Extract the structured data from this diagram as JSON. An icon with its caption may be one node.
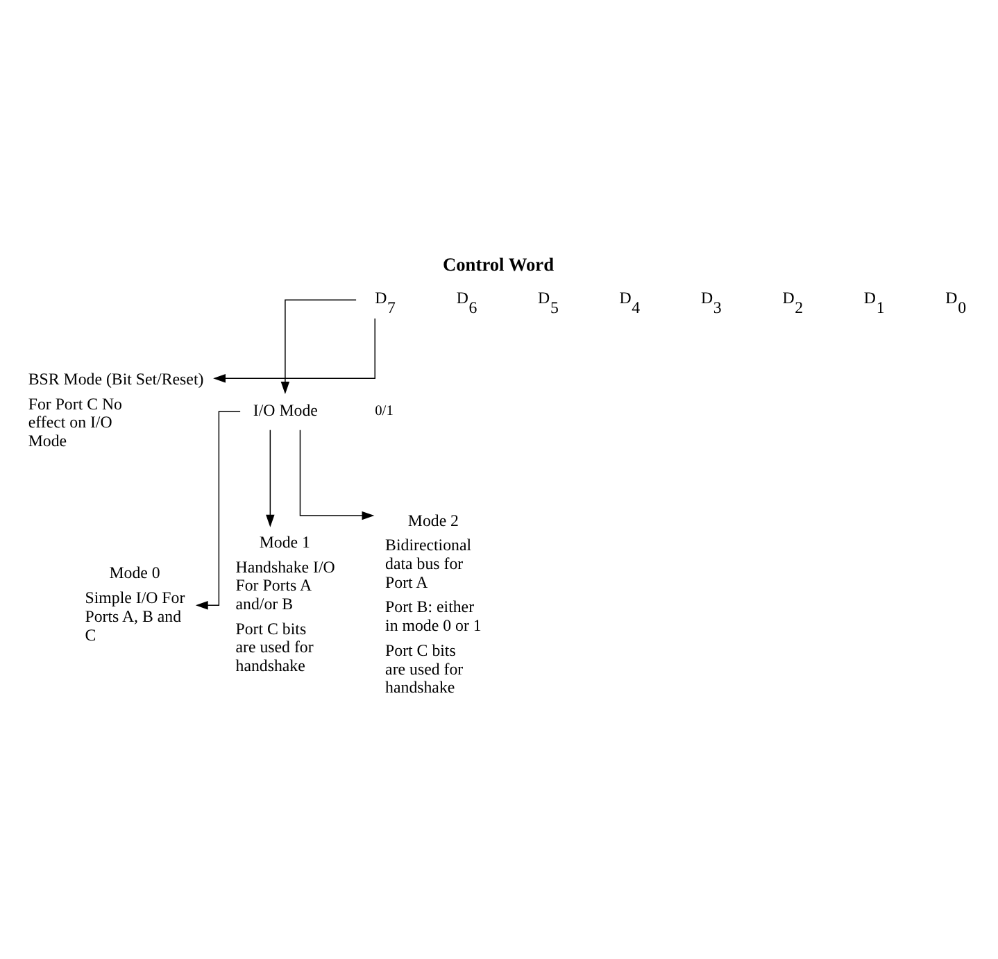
{
  "diagram": {
    "title": "Control Word",
    "nodes": [
      {
        "text": [
          "D$_{7}$"
        ]
      },
      {
        "text": [
          "D$_{6}$"
        ]
      },
      {
        "text": [
          "D$_{5}$"
        ]
      },
      {
        "text": [
          "D$_{4}$"
        ]
      },
      {
        "text": [
          "D$_{3}$"
        ]
      },
      {
        "text": [
          "D$_{2}$"
        ]
      },
      {
        "text": [
          "D$_{1}$"
        ]
      },
      {
        "text": [
          "D$_{0}$"
        ]
      },
      {
        "text": [
          "BSR Mode (Bit Set/Reset)"
        ],
        "beside": [
          "For Port C No effect on I/O Mode"
        ]
      },
      {
        "text": [
          "I/O Mode"
        ]
      },
      {
        "text": [
          "Mode 0"
        ],
        "beside": [
          "Simple I/O For Ports A, B and C"
        ]
      },
      {
        "text": [
          "Mode 1"
        ],
        "beside": [
          "Handshake I/O For Ports A and/or B",
          "Port C bits are used for handshake"
        ]
      },
      {
        "text": [
          "Mode 2"
        ],
        "beside": [
          "Bidirectional data bus for Port A",
          "Port B: either in mode 0 or 1",
          "Port C bits are used for handshake"
        ]
      }
    ],
    "edges": [
      {
        "from": 0,
        "to": 8,
        "arrow": "to"
      },
      {
        "from": 0,
        "to": 9,
        "arrow": "to"
      },
      {
        "from": 9,
        "to": 10,
        "arrow": "to"
      },
      {
        "from": 9,
        "to": 11,
        "arrow": "to"
      },
      {
        "from": 9,
        "to": 12,
        "arrow": "to"
      }
    ],
    "labels": [
      "0/1"
    ]
  }
}
